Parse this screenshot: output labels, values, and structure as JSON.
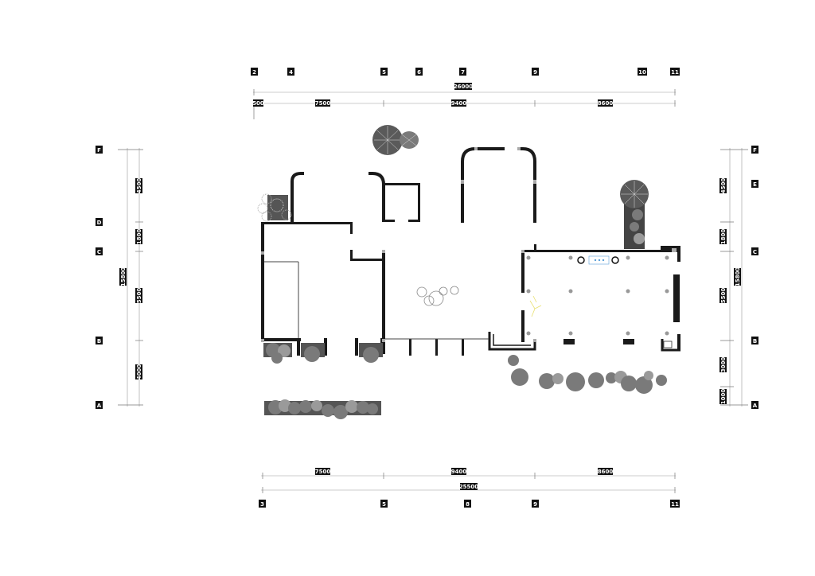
{
  "grid_top": [
    "2",
    "4",
    "5",
    "6",
    "7",
    "9",
    "10",
    "11"
  ],
  "grid_bottom": [
    "3",
    "5",
    "8",
    "9",
    "11"
  ],
  "grid_left": [
    "F",
    "D",
    "C",
    "B",
    "A"
  ],
  "grid_right": [
    "F",
    "E",
    "C",
    "B",
    "A"
  ],
  "dims_top_total": "26000",
  "dims_top_segments": [
    "500",
    "7500",
    "9400",
    "8600"
  ],
  "dims_bottom_segments": [
    "7500",
    "9400",
    "8600"
  ],
  "dims_bottom_total": "25500",
  "dims_left_segments": [
    "4500",
    "1800",
    "5500",
    "4000"
  ],
  "dims_left_total": "15800",
  "dims_right_segments": [
    "4500",
    "1800",
    "5500",
    "3000",
    "1000"
  ],
  "dims_right_total": "15800",
  "colors": {
    "wall": "#1a1a1a",
    "planting": "#6e6e6e",
    "tag": "#111111",
    "dimension_line": "#999999",
    "accent_yellow": "#e8e070",
    "accent_blue": "#5aa0d8"
  }
}
